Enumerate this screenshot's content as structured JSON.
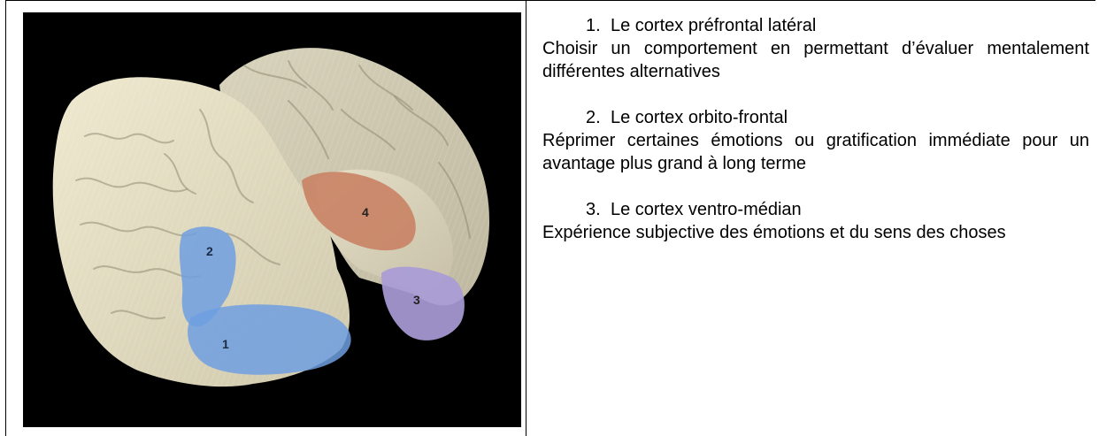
{
  "figure": {
    "region_labels": [
      "1",
      "2",
      "3",
      "4"
    ],
    "colors": {
      "background": "#000000",
      "cortex": "#e3dcc0",
      "region_blue": "#6f9fe0",
      "region_purple": "#a99bd6",
      "region_orange": "#c98264"
    }
  },
  "items": [
    {
      "number": "1.",
      "title": "Le cortex préfrontal latéral",
      "description": "Choisir un comportement en permettant d’évaluer mentalement différentes alternatives"
    },
    {
      "number": "2.",
      "title": "Le cortex orbito-frontal",
      "description": "Réprimer certaines émotions ou gratification immédiate pour un avantage plus grand à long terme"
    },
    {
      "number": "3.",
      "title": "Le cortex ventro-médian",
      "description": "Expérience subjective des émotions et du sens des choses"
    }
  ]
}
